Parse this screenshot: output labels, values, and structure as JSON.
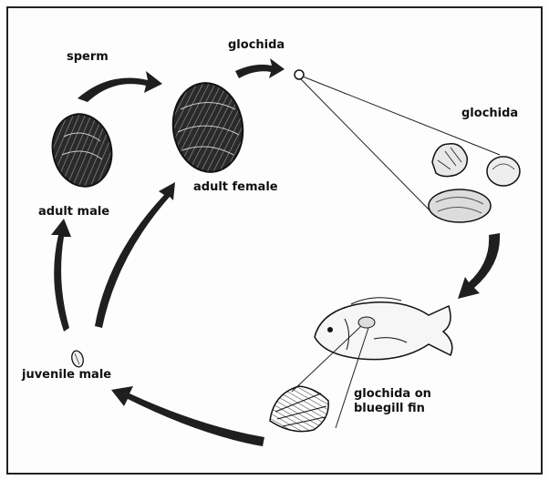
{
  "labels": {
    "sperm": "sperm",
    "glochida_top": "glochida",
    "glochida_right": "glochida",
    "adult_male": "adult male",
    "adult_female": "adult female",
    "juvenile_male": "juvenile male",
    "glochida_on_line1": "glochida on",
    "glochida_on_line2": "bluegill fin"
  },
  "colors": {
    "ink": "#1a1a1a",
    "arrow": "#1f1f1f",
    "border": "#222222"
  }
}
